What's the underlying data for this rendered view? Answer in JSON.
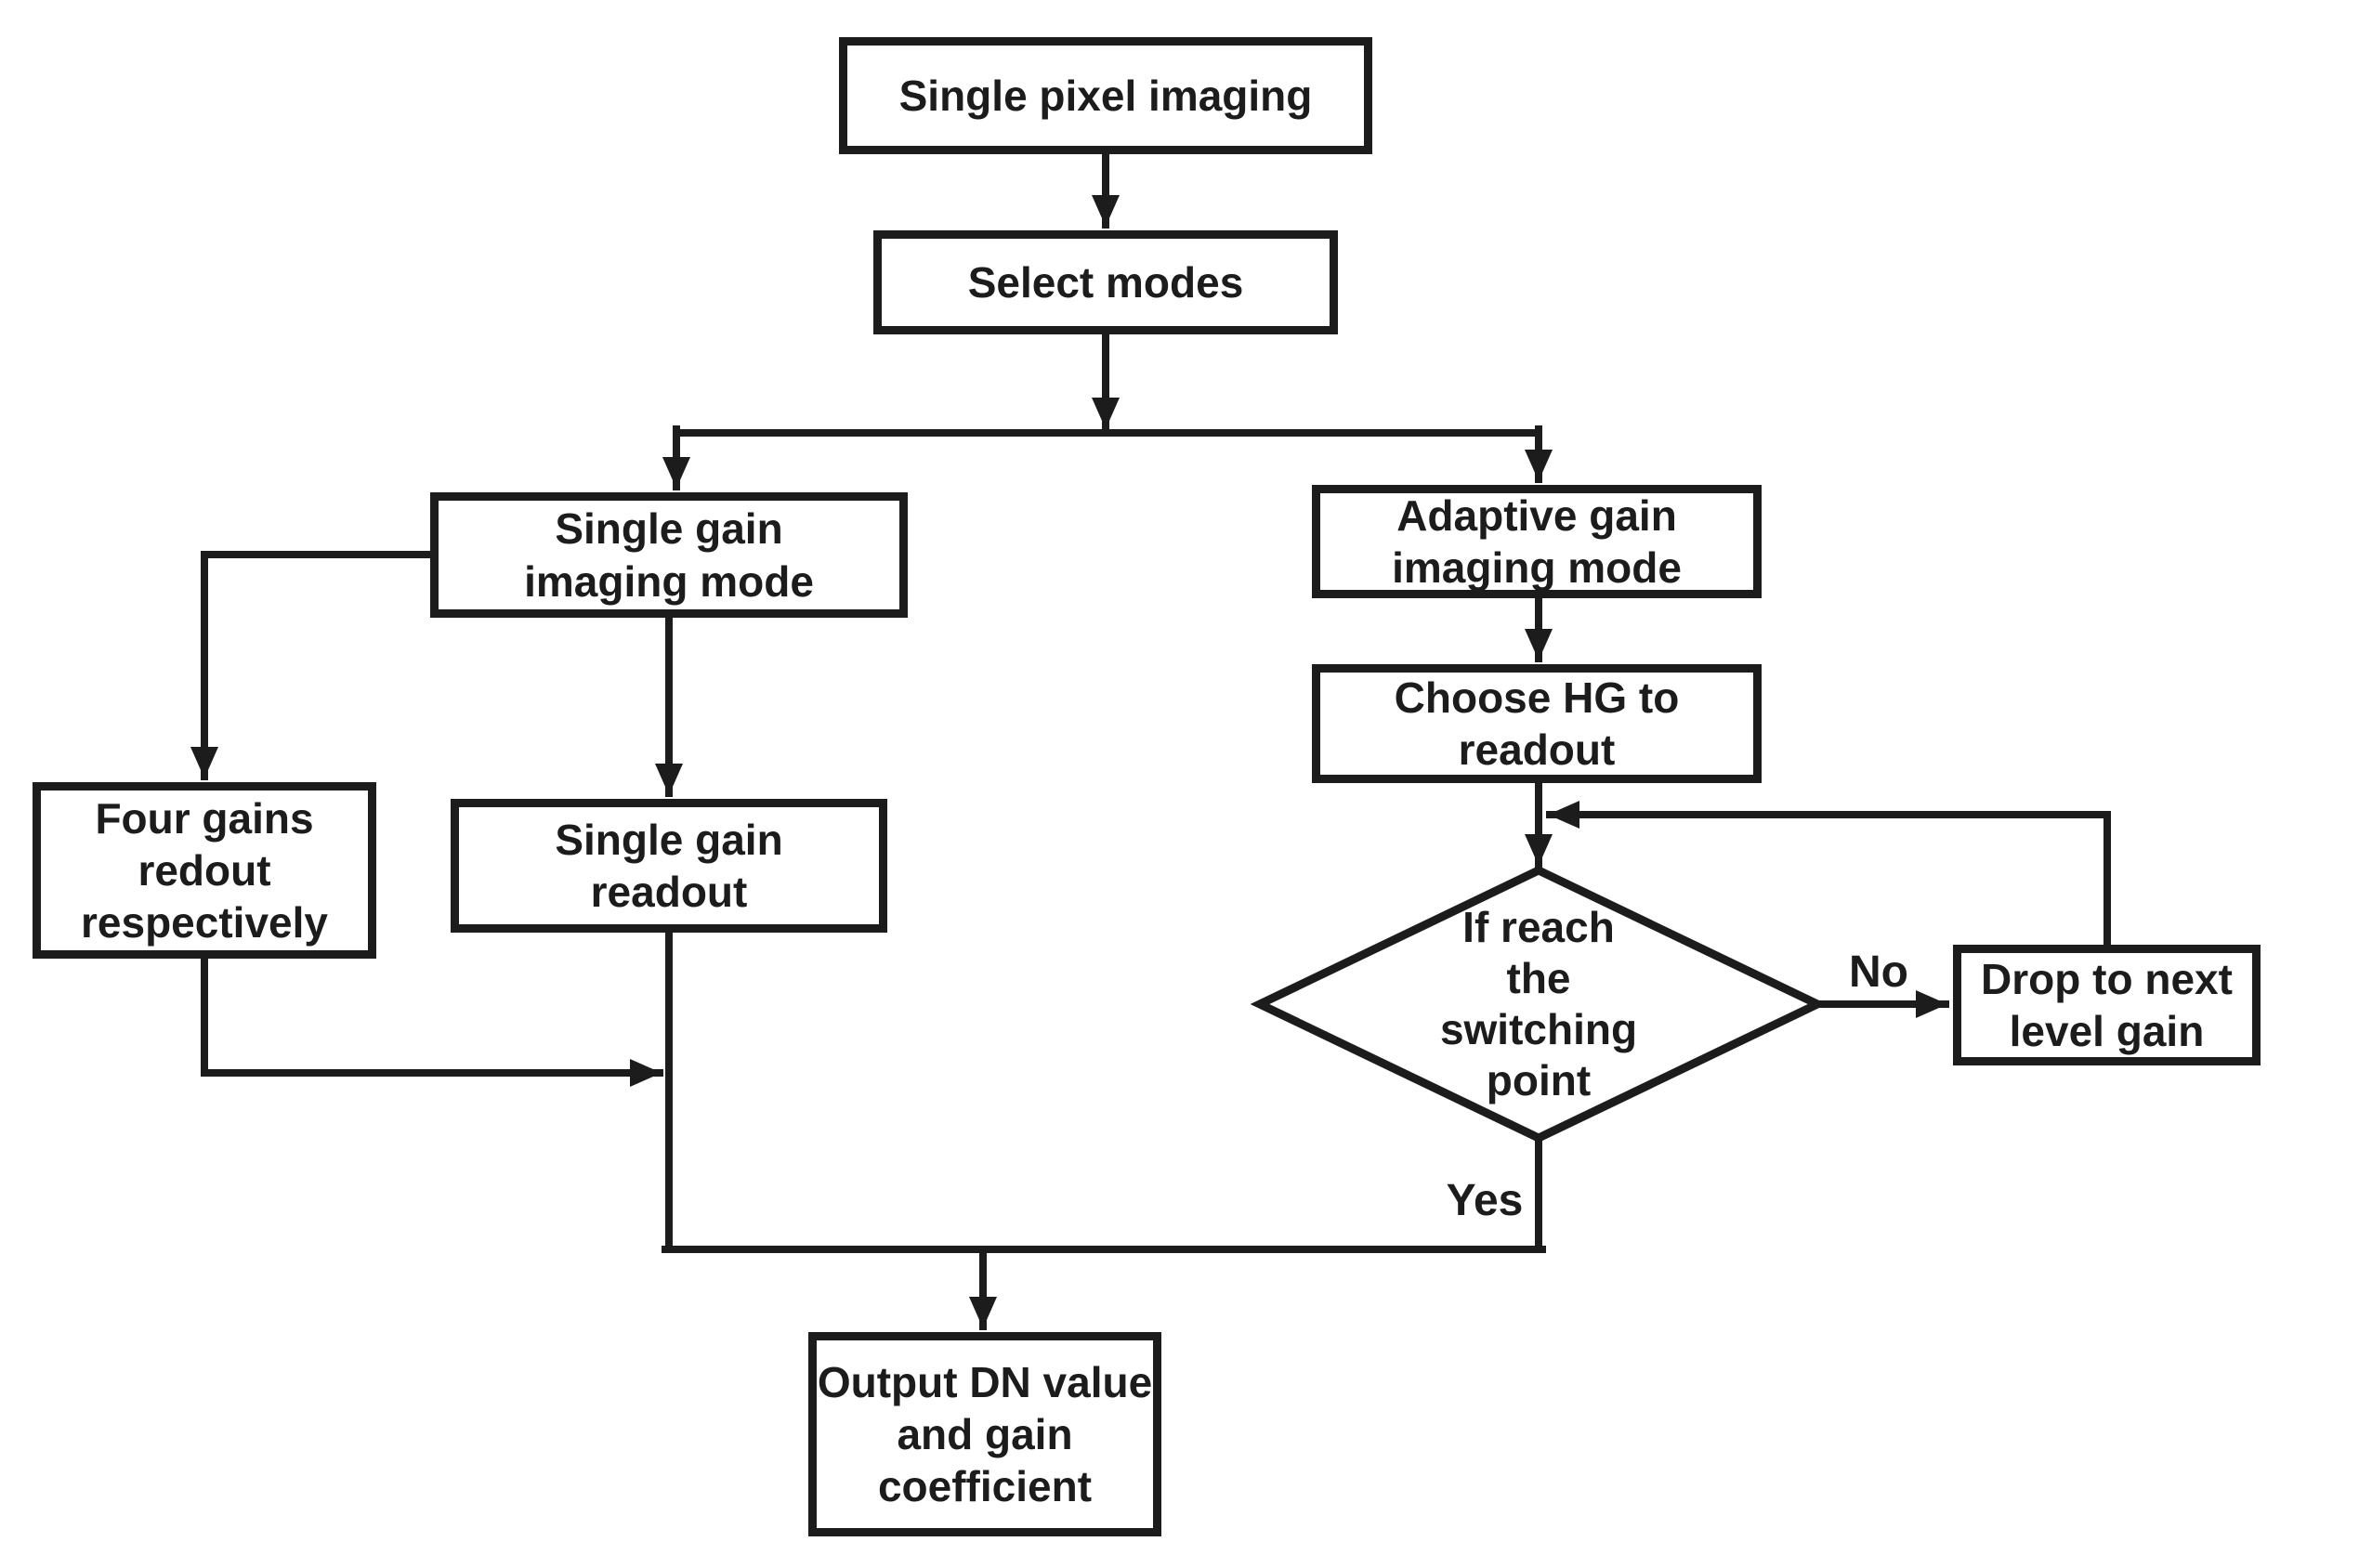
{
  "diagram": {
    "type": "flowchart",
    "colors": {
      "stroke": "#1c1c1c",
      "fill": "#ffffff",
      "text": "#1c1c1c"
    },
    "nodes": {
      "single_pixel_imaging": {
        "label": "Single pixel imaging",
        "shape": "rect"
      },
      "select_modes": {
        "label": "Select modes",
        "shape": "rect"
      },
      "single_gain_imaging_mode": {
        "label": "Single gain\nimaging mode",
        "shape": "rect"
      },
      "adaptive_gain_imaging_mode": {
        "label": "Adaptive gain\nimaging mode",
        "shape": "rect"
      },
      "four_gains_redout": {
        "label": "Four gains\nredout\nrespectively",
        "shape": "rect"
      },
      "single_gain_readout": {
        "label": "Single gain\nreadout",
        "shape": "rect"
      },
      "choose_hg_to_readout": {
        "label": "Choose HG to\nreadout",
        "shape": "rect"
      },
      "if_reach_switching_point": {
        "label": "If reach\nthe\nswitching\npoint",
        "shape": "diamond"
      },
      "drop_to_next_level_gain": {
        "label": "Drop to next\nlevel gain",
        "shape": "rect"
      },
      "output_dn_value": {
        "label": "Output DN value\nand gain\ncoefficient",
        "shape": "rect"
      }
    },
    "edge_labels": {
      "yes": "Yes",
      "no": "No"
    }
  }
}
